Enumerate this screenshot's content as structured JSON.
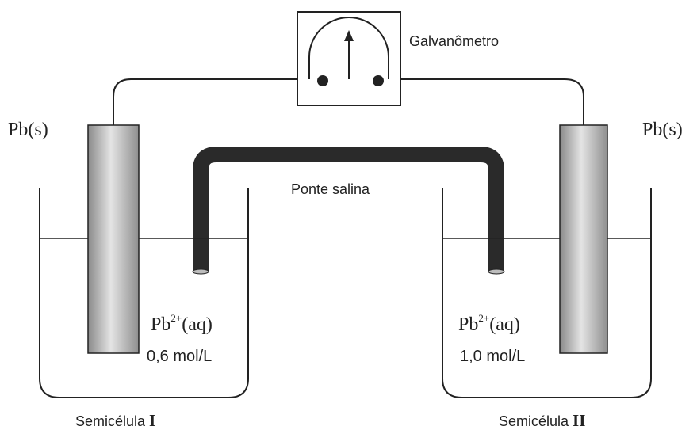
{
  "galvanometer": {
    "label": "Galvanômetro"
  },
  "salt_bridge": {
    "label": "Ponte salina"
  },
  "electrodes": {
    "left": {
      "label_main": "Pb",
      "label_state": "(s)"
    },
    "right": {
      "label_main": "Pb",
      "label_state": "(s)"
    }
  },
  "solutions": {
    "left": {
      "ion": "Pb",
      "charge": "2+",
      "state": "(aq)",
      "concentration": "0,6 mol/L"
    },
    "right": {
      "ion": "Pb",
      "charge": "2+",
      "state": "(aq)",
      "concentration": "1,0 mol/L"
    }
  },
  "half_cells": {
    "left": {
      "prefix": "Semicélula",
      "numeral": "I"
    },
    "right": {
      "prefix": "Semicélula",
      "numeral": "II"
    }
  },
  "colors": {
    "line": "#222222",
    "bridge": "#2a2a2a",
    "electrode_dark": "#8a8a8a",
    "electrode_light": "#e4e4e4"
  }
}
